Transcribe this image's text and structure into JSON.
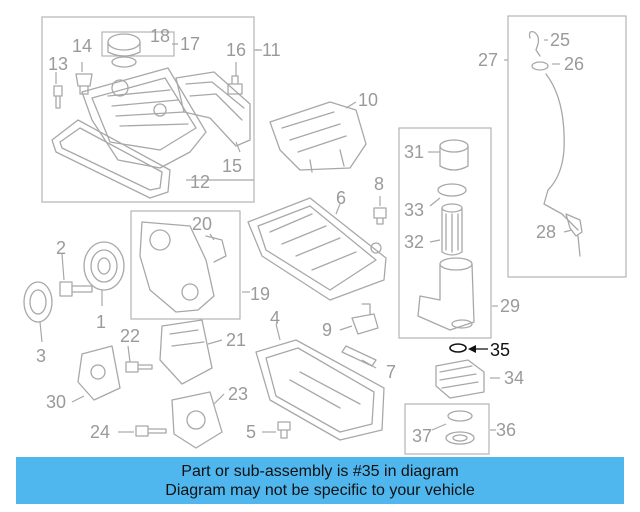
{
  "labels": {
    "p1": "1",
    "p2": "2",
    "p3": "3",
    "p4": "4",
    "p5": "5",
    "p6": "6",
    "p7": "7",
    "p8": "8",
    "p9": "9",
    "p10": "10",
    "p11": "11",
    "p12": "12",
    "p13": "13",
    "p14": "14",
    "p15": "15",
    "p16": "16",
    "p17": "17",
    "p18": "18",
    "p19": "19",
    "p20": "20",
    "p21": "21",
    "p22": "22",
    "p23": "23",
    "p24": "24",
    "p25": "25",
    "p26": "26",
    "p27": "27",
    "p28": "28",
    "p29": "29",
    "p30": "30",
    "p31": "31",
    "p32": "32",
    "p33": "33",
    "p34": "34",
    "p35": "35",
    "p36": "36",
    "p37": "37"
  },
  "highlighted_part": "35",
  "banner": {
    "line1": "Part or sub-assembly is #35 in diagram",
    "line2": "Diagram may not be specific to your vehicle"
  },
  "colors": {
    "banner": "#4fb6ee",
    "line_art": "#a8a8a8",
    "highlight": "#111111"
  }
}
